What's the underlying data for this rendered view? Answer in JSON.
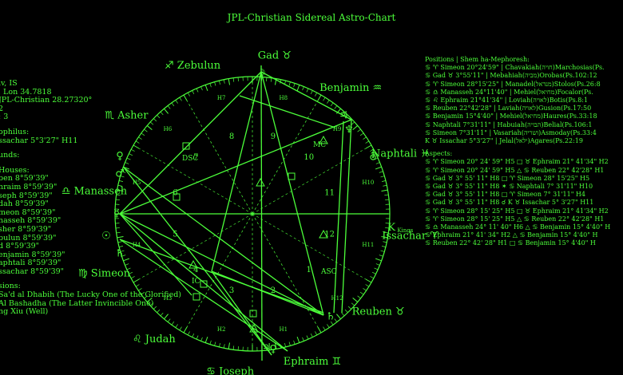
{
  "title": "JPL-Christian Sidereal Astro-Chart",
  "left_panel": {
    "lines": [
      "iv, IS",
      ", Lon 34.7818",
      "JPL-Christian 28.27320°",
      "2",
      ": 3",
      "",
      "ophilus:",
      "ssachar 5°3'27\" H11",
      "",
      "unds:",
      "",
      " Houses:",
      "ben 8°59'39\"",
      "hraim 8°59'39\"",
      "seph 8°59'39\"",
      "dah 8°59'39\"",
      "meon 8°59'39\"",
      "nasseh 8°59'39\"",
      "sher 8°59'39\"",
      "bulun 8°59'39\"",
      "d 8°59'39\"",
      "enjamin 8°59'39\"",
      "aphtali 8°59'39\"",
      "ssachar 8°59'39\"",
      "",
      "sions:",
      "Sa'd al Dhabih (The Lucky One of the Glorified)",
      "Al Bashadha (The Latter Invincible One)",
      "ng Xiu (Well)"
    ]
  },
  "right_panel": {
    "positions_header": "Positions | Shem ha-Mephoresh:",
    "positions": [
      "♋︎ ♈︎ Simeon 20°24'59\" | Chavakiah(חויה)Marchosias(Ps.",
      "♋︎ Gad ♉︎ 3°55'11\" | Mebahiah(מביה)Orobas(Ps.102:12",
      "♋︎ ♈︎ Simeon 28°15'25\" | Manadel(מנדאל)Stolos(Ps.26:8",
      "♋︎ ♎︎ Manasseh 24°11'40\" | Mehiel(מחיאל)Focalor(Ps.",
      "♋︎ ♌︎ Ephraim 21°41'34\" | Loviah(לאויה)Botis(Ps.8:1",
      "♋︎ Reuben 22°42'28\" | Laviah(לאויה)Gusion(Ps.17:50",
      "♋︎ Benjamin 15°4'40\" | Mehiel(מחיאל)Haures(Ps.33:18",
      "♋︎ Naphtali 7°31'11\" | Habuiah(הבויה)Belial(Ps.106:1",
      "♋︎ Simeon 7°31'11\" | Vasariah(ושריה)Asmoday(Ps.33:4",
      "K ♉︎ Issachar 5°3'27\" | Jelal(ילאל)Agares(Ps.22:19"
    ],
    "aspects_header": "Aspects:",
    "aspects": [
      "♋︎ ♈︎ Simeon 20° 24' 59\" H5 □ ♉︎ Ephraim 21° 41'34\" H2",
      "♋︎ ♈︎ Simeon 20° 24' 59\" H5 △ ♋︎ Reuben 22° 42'28\" H1",
      "♋︎ Gad ♉︎ 3° 55' 11\" H8 □ ♈︎ Simeon 28° 15'25\" H5",
      "♋︎ Gad ♉︎ 3° 55' 11\" H8 ✶ ♋︎ Naphtali 7° 31'11\" H10",
      "♋︎ Gad ♉︎ 3° 55' 11\" H8 □ ♈︎ Simeon 7° 31'11\" H4",
      "♋︎ Gad ♉︎ 3° 55' 11\" H8 ☌ K ♉︎ Issachar 5° 3'27\" H11",
      "♋︎ ♈︎ Simeon 28° 15' 25\" H5 □ ♉︎ Ephraim 21° 41'34\" H2",
      "♋︎ ♈︎ Simeon 28° 15' 25\" H5 △ ♋︎ Reuben 22° 42'28\" H1",
      "♋︎ ♎︎ Manasseh 24° 11' 40\" H6 △ ♋︎ Benjamin 15° 4'40\" H",
      "♋︎ Ephraim 21° 41' 34\" H2 △ ♋︎ Benjamin 15° 4'40\" H",
      "♋︎ Reuben 22° 42' 28\" H1 □ ♋︎ Benjamin 15° 4'40\" H"
    ]
  },
  "wheel": {
    "signs": [
      {
        "name": "Gad",
        "glyph": "♉︎",
        "prefix": ""
      },
      {
        "name": "Benjamin",
        "glyph": "♒︎",
        "prefix": ""
      },
      {
        "name": "Naphtali",
        "glyph": "♓︎",
        "prefix": ""
      },
      {
        "name": "Issachar",
        "glyph": "♈︎",
        "prefix": ""
      },
      {
        "name": "Reuben",
        "glyph": "♉︎",
        "prefix": ""
      },
      {
        "name": "Ephraim",
        "glyph": "♊︎",
        "prefix": ""
      },
      {
        "name": "Joseph",
        "glyph": "",
        "prefix": "♋︎"
      },
      {
        "name": "Judah",
        "glyph": "",
        "prefix": "♌︎"
      },
      {
        "name": "Simeon",
        "glyph": "",
        "prefix": "♍︎"
      },
      {
        "name": "Manasseh",
        "glyph": "",
        "prefix": "♎︎"
      },
      {
        "name": "Asher",
        "glyph": "",
        "prefix": "♏︎"
      },
      {
        "name": "Zebulun",
        "glyph": "",
        "prefix": "♐︎"
      }
    ],
    "house_numbers": [
      "9",
      "10",
      "11",
      "12",
      "1",
      "2",
      "3",
      "4",
      "5",
      "6",
      "7",
      "8"
    ],
    "house_labels": [
      "H8",
      "H9",
      "H10",
      "H11",
      "H12",
      "H1",
      "H2",
      "H3",
      "H4",
      "H5",
      "H6",
      "H7"
    ],
    "angle_labels": {
      "mc": "MC",
      "asc": "ASC",
      "dsc": "DSC",
      "ic": "IC"
    },
    "kings_label": "Kings",
    "kings_glyph": "K",
    "colors": {
      "line": "#4cff3a",
      "background": "#000000"
    }
  }
}
